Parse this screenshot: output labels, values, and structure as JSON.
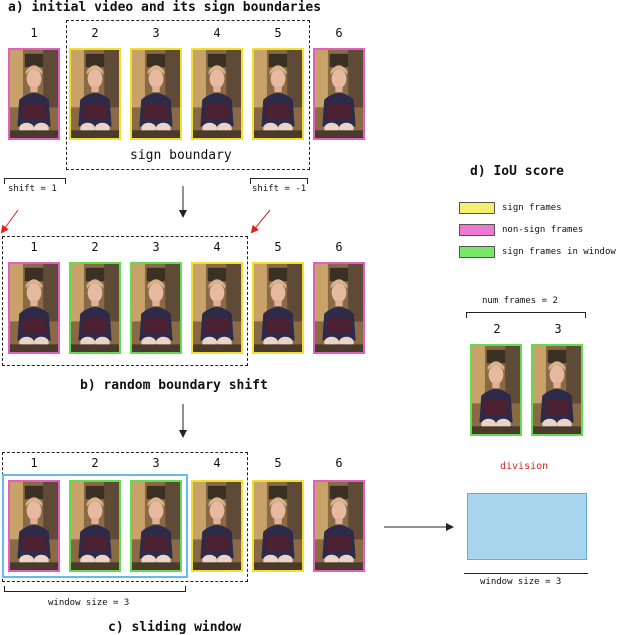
{
  "titles": {
    "a": "a) initial video and its sign boundaries",
    "b": "b) random boundary shift",
    "c": "c) sliding window",
    "d": "d) IoU score"
  },
  "frame_numbers": [
    "1",
    "2",
    "3",
    "4",
    "5",
    "6"
  ],
  "labels": {
    "sign_boundary": "sign boundary",
    "shift_left": "shift = 1",
    "shift_right": "shift = -1",
    "window_size_c": "window size = 3",
    "num_frames": "num frames = 2",
    "division": "division",
    "window_size_d": "window size = 3"
  },
  "legend": [
    {
      "label": "sign frames",
      "color": "#f5ef6e"
    },
    {
      "label": "non-sign frames",
      "color": "#ec78d4"
    },
    {
      "label": "sign frames in window",
      "color": "#78e868"
    }
  ],
  "iou_frame_numbers": [
    "2",
    "3"
  ],
  "colors": {
    "sign": "#f0e030",
    "non_sign": "#e060c0",
    "in_window": "#60dd50",
    "window_border": "#66bbee",
    "window_fill": "#a8d4ee",
    "division": "#dd2222",
    "shift_arrow": "#dd2222"
  }
}
